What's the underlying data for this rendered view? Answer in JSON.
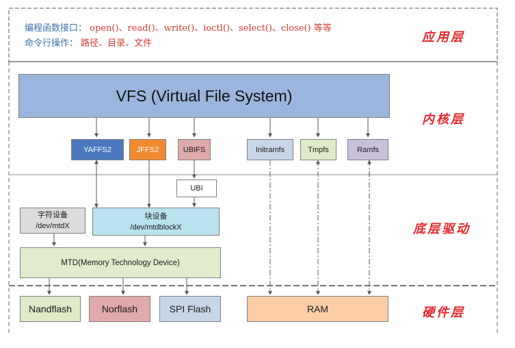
{
  "app_layer": {
    "line1_label": "编程函数接口：",
    "line1_value": "open()、read()、write()、ioctl()、select()、close() 等等",
    "line2_label": "命令行操作：",
    "line2_value": "路径、目录、文件"
  },
  "layers": {
    "app": "应用层",
    "kernel": "内核层",
    "driver": "底层驱动",
    "hardware": "硬件层"
  },
  "vfs": {
    "title": "VFS (Virtual File System)"
  },
  "filesystems": {
    "yaffs2": "YAFFS2",
    "jffs2": "JFFS2",
    "ubifs": "UBIFS",
    "initramfs": "Initramfs",
    "tmpfs": "Tmpfs",
    "ramfs": "Ramfs"
  },
  "ubi": "UBI",
  "char_device": {
    "line1": "字符设备",
    "line2": "/dev/mtdX"
  },
  "block_device": {
    "line1": "块设备",
    "line2": "/dev/mtdblockX"
  },
  "mtd": "MTD(Memory Technology Device)",
  "hardware": {
    "nandflash": "Nandflash",
    "norflash": "Norflash",
    "spi_flash": "SPI Flash",
    "ram": "RAM"
  },
  "colors": {
    "vfs": "#9ab6dc",
    "yaffs2": "#4b78bf",
    "jffs2": "#f08a30",
    "ubifs": "#deaaaa",
    "initramfs": "#c8d6ea",
    "tmpfs": "#dfeac8",
    "ramfs": "#c9c1dc",
    "char_device": "#dcdcdc",
    "block_device": "#b9e2ef",
    "mtd": "#e0eccb",
    "nandflash": "#dfeac8",
    "norflash": "#deaaaa",
    "spi_flash": "#c8d6ea",
    "ram": "#fbcea8",
    "layer_text": "#e8262a"
  }
}
